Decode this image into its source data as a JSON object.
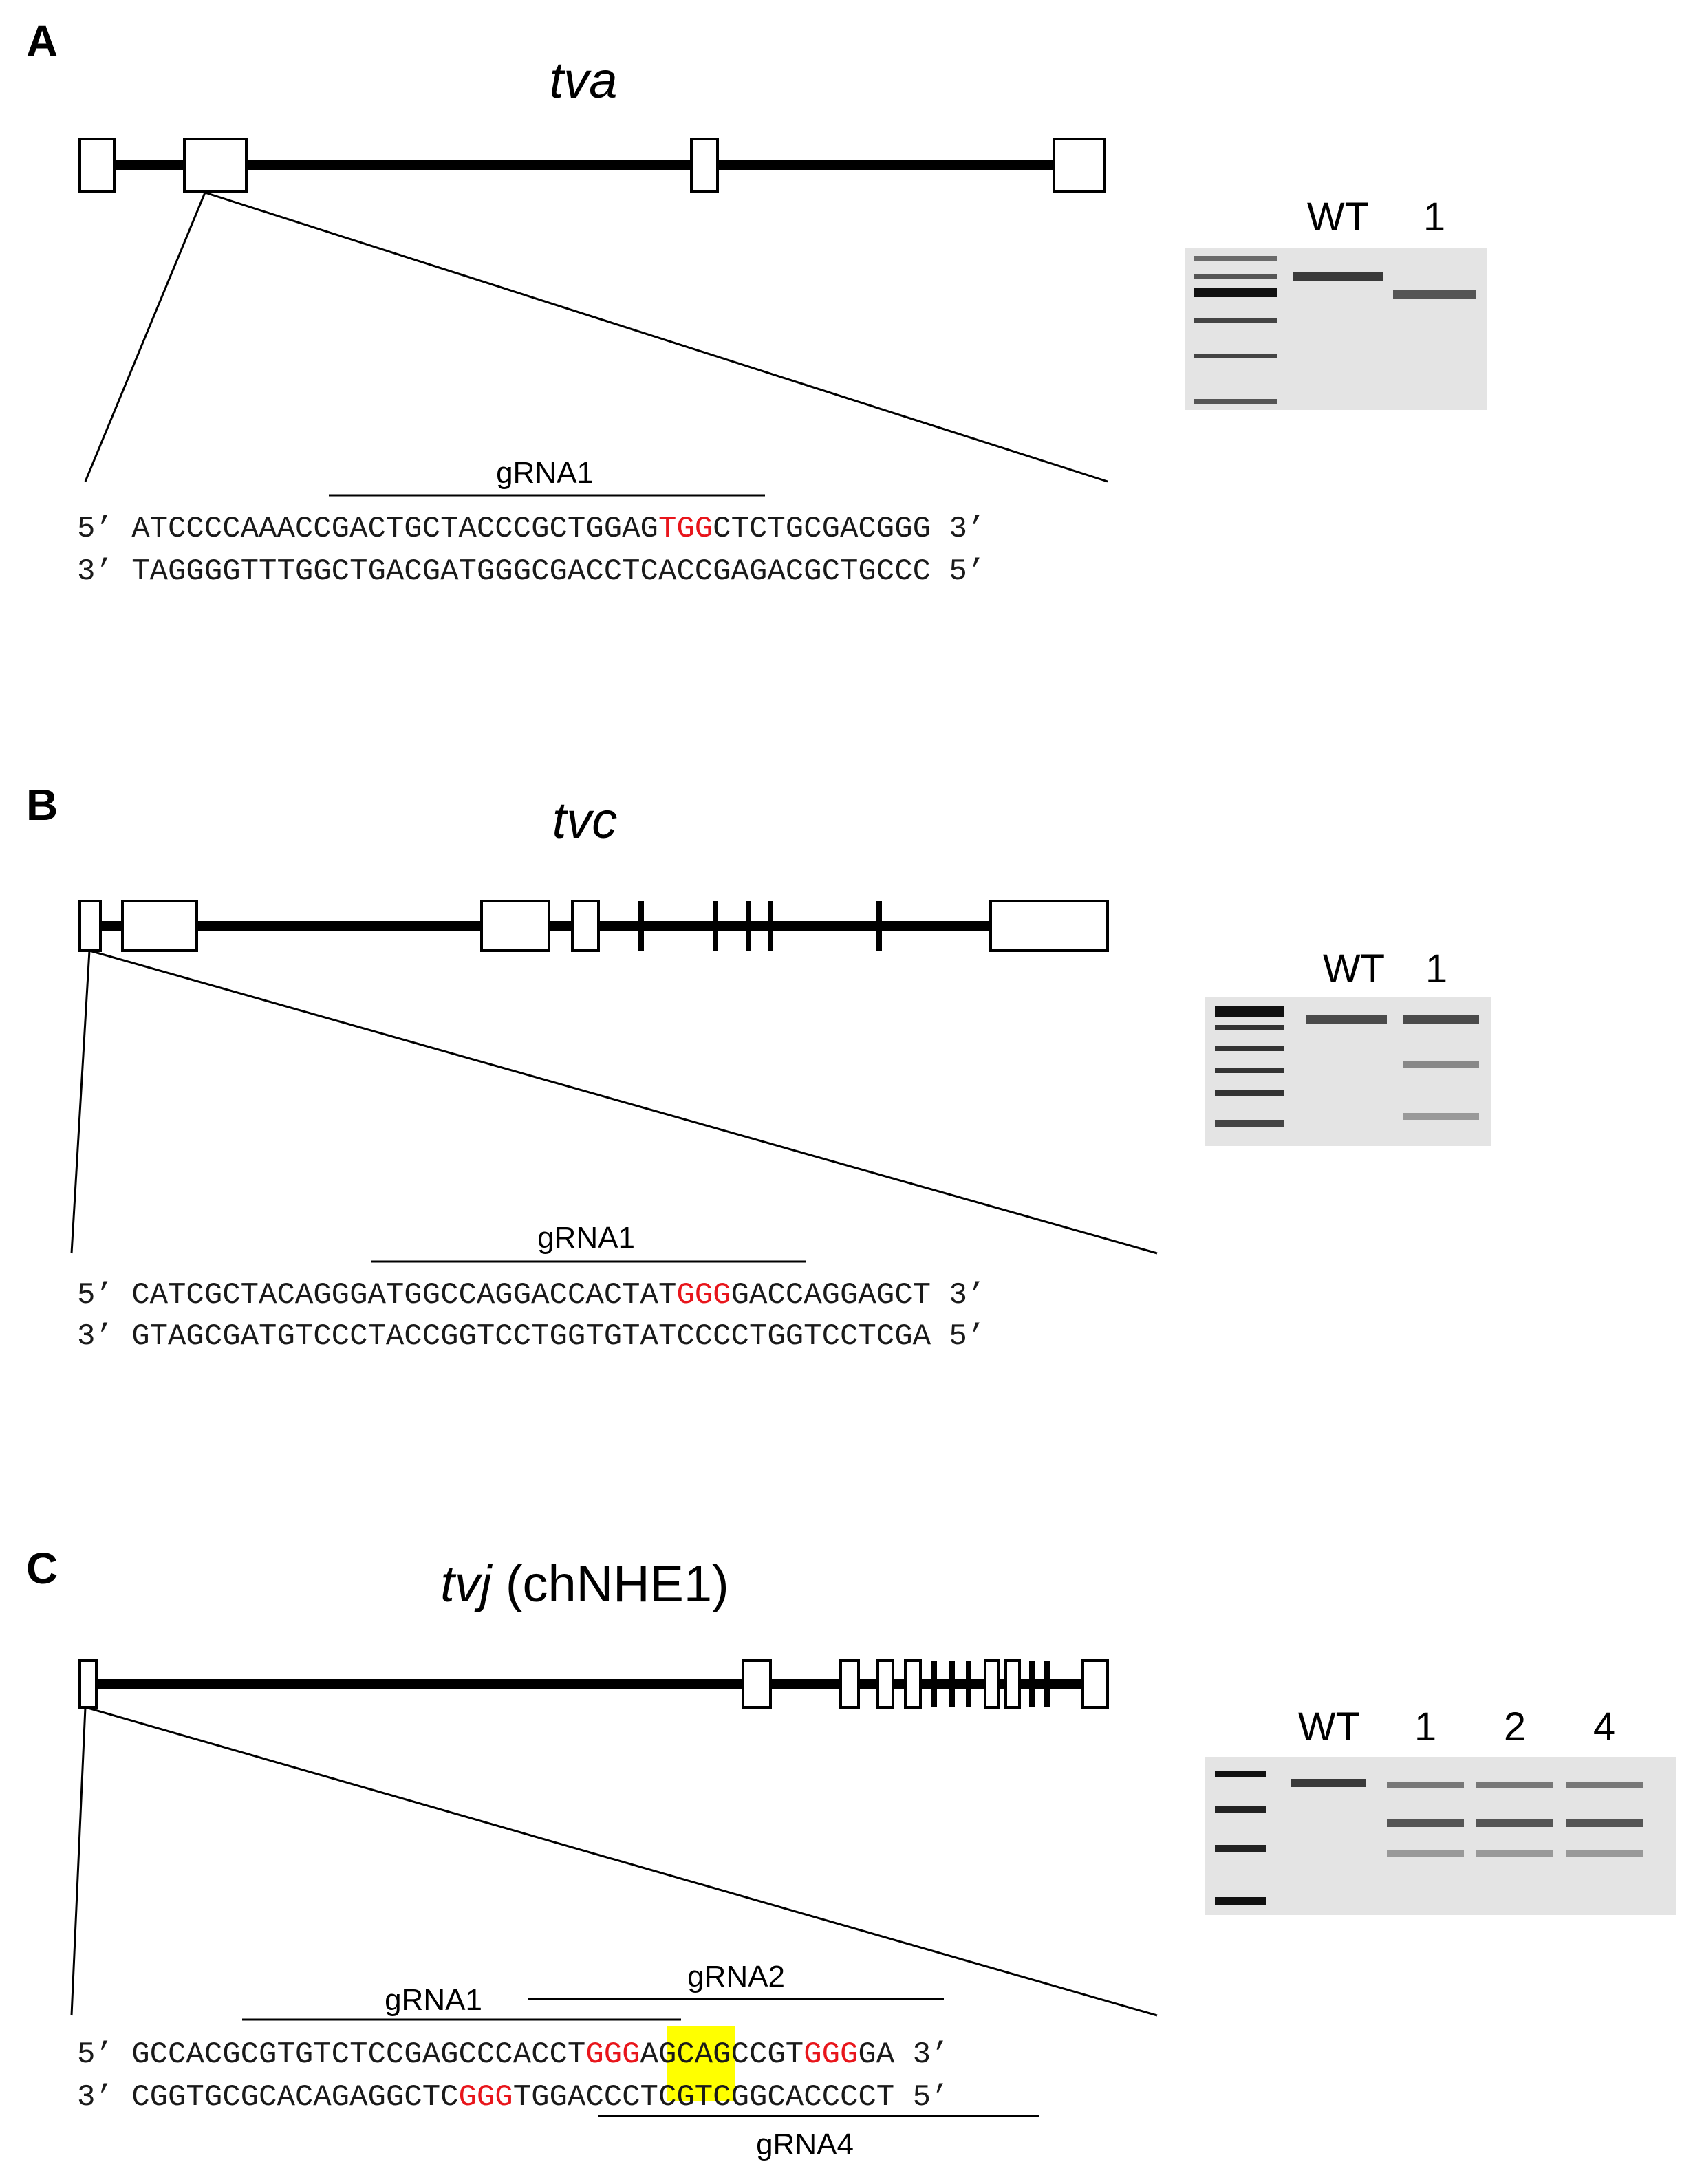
{
  "panels": {
    "A": {
      "letter": "A",
      "gene": "tva",
      "gene_extra": "",
      "grna_labels": [
        "gRNA1"
      ],
      "seq_top": {
        "left": "5’",
        "pre": "ATCCCCAAACCGACTGCTACCCGCTGGAG",
        "pam": "TGG",
        "post": "CTCTGCGACGGG",
        "right": "3’"
      },
      "seq_bottom": {
        "left": "3’",
        "seq": "TAGGGGTTTGGCTGACGATGGGCGACCTCACCGAGACGCTGCCC",
        "right": "5’"
      },
      "gel_lanes": [
        "WT",
        "1"
      ]
    },
    "B": {
      "letter": "B",
      "gene": "tvc",
      "gene_extra": "",
      "grna_labels": [
        "gRNA1"
      ],
      "seq_top": {
        "left": "5’",
        "pre": "CATCGCTACAGGGATGGCCAGGACCACTAT",
        "pam": "GGG",
        "post": "GACCAGGAGCT",
        "right": "3’"
      },
      "seq_bottom": {
        "left": "3’",
        "seq": "GTAGCGATGTCCCTACCGGTCCTGGTGTATCCCCTGGTCCTCGA",
        "right": "5’"
      },
      "gel_lanes": [
        "WT",
        "1"
      ]
    },
    "C": {
      "letter": "C",
      "gene": "tvj",
      "gene_extra": " (chNHE1)",
      "grna_labels": [
        "gRNA1",
        "gRNA2",
        "gRNA4"
      ],
      "seq_top": {
        "left": "5’",
        "pre": "GCCACGCGTGTCTCCGAGCCCACCT",
        "pam": "GGG",
        "post": "AGCAGCCGT",
        "pam2": "GGG",
        "post2": "GA",
        "right": "3’"
      },
      "seq_bottom": {
        "left": "3’",
        "pre": "CGGTGCGCACAGAGGCTC",
        "pam": "GGG",
        "post": "TGGACCCTCGTCGGCACCCCT",
        "right": "5’"
      },
      "gel_lanes": [
        "WT",
        "1",
        "2",
        "4"
      ]
    }
  },
  "colors": {
    "pam": "#e8151b",
    "highlight": "#ffff00",
    "gel_background": "#e4e4e4",
    "band": "#3a3a3a"
  }
}
